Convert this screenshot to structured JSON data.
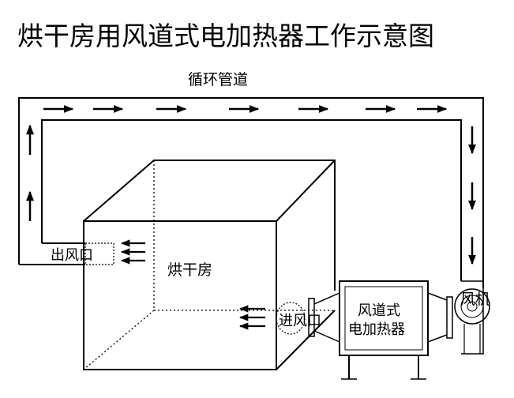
{
  "title": "烘干房用风道式电加热器工作示意图",
  "labels": {
    "circulation_duct": "循环管道",
    "outlet": "出风口",
    "drying_room": "烘干房",
    "inlet": "进风口",
    "heater_line1": "风道式",
    "heater_line2": "电加热器",
    "fan": "风机"
  },
  "colors": {
    "line": "#000000",
    "background": "#ffffff"
  },
  "icons": [
    "arrow-right-icon",
    "arrow-down-icon",
    "arrow-up-icon",
    "arrow-left-icon"
  ]
}
